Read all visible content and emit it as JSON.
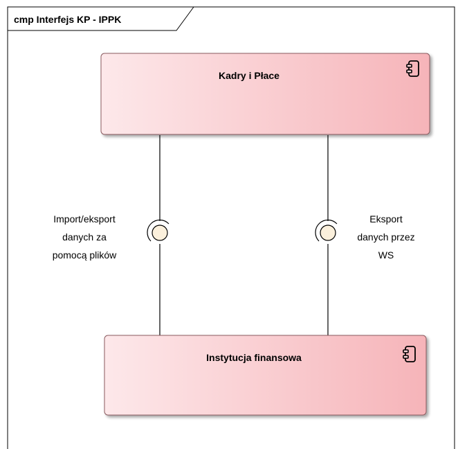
{
  "frame": {
    "title": "cmp Interfejs KP - IPPK"
  },
  "components": [
    {
      "name": "Kadry i Płace",
      "icon": "component-icon"
    },
    {
      "name": "Instytucja finansowa",
      "icon": "component-icon"
    }
  ],
  "interfaces": [
    {
      "label_lines": [
        "Import/eksport",
        "danych za",
        "pomocą plików"
      ]
    },
    {
      "label_lines": [
        "Eksport",
        "danych przez",
        "WS"
      ]
    }
  ],
  "colors": {
    "frame_border": "#000000",
    "component_fill_light": "#fde8ea",
    "component_fill_dark": "#f6b3b8",
    "component_border": "#8a5a5e",
    "interface_fill": "#fbf0dc",
    "connector": "#000000"
  }
}
